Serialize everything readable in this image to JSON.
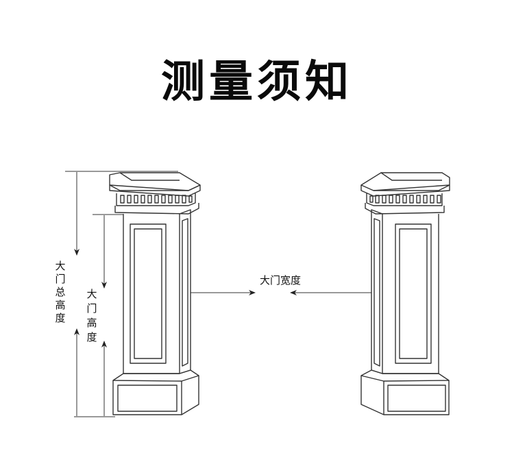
{
  "title": "测量须知",
  "labels": {
    "total_height": [
      "大",
      "门",
      "总",
      "高",
      "度"
    ],
    "gate_height": [
      "大",
      "门",
      "高",
      "度"
    ],
    "gate_width": "大门宽度"
  },
  "colors": {
    "line": "#333333",
    "background": "#ffffff"
  }
}
